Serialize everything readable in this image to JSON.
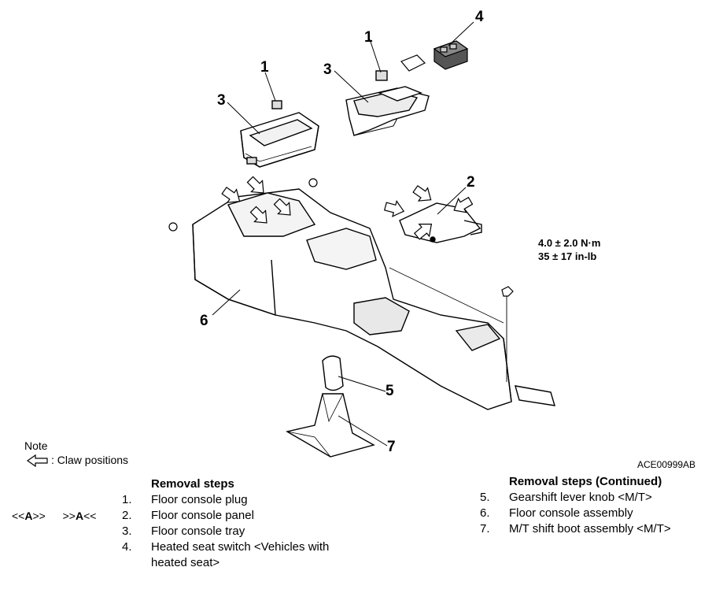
{
  "callouts": {
    "c1a": "1",
    "c1b": "1",
    "c2": "2",
    "c3a": "3",
    "c3b": "3",
    "c4": "4",
    "c5": "5",
    "c6": "6",
    "c7": "7"
  },
  "torque": {
    "metric": "4.0 ± 2.0 N·m",
    "imperial": "35 ± 17 in-lb"
  },
  "note": {
    "title": "Note",
    "claw_label": ": Claw positions"
  },
  "figure_id": "ACE00999AB",
  "removal_left": {
    "title": "Removal steps",
    "steps": [
      {
        "num": "1.",
        "label": "Floor console plug"
      },
      {
        "num": "2.",
        "label": "Floor console panel"
      },
      {
        "num": "3.",
        "label": "Floor console tray"
      },
      {
        "num": "4.",
        "label": "Heated seat switch <Vehicles with"
      }
    ],
    "step4_cont": "heated seat>"
  },
  "removal_right": {
    "title": "Removal steps (Continued)",
    "steps": [
      {
        "num": "5.",
        "label": "Gearshift lever knob <M/T>"
      },
      {
        "num": "6.",
        "label": "Floor console assembly"
      },
      {
        "num": "7.",
        "label": "M/T shift boot assembly <M/T>"
      }
    ]
  },
  "service_marks": {
    "removal_open": "<<",
    "removal_letter": "A",
    "removal_close": ">>",
    "install_open": ">>",
    "install_letter": "A",
    "install_close": "<<"
  }
}
